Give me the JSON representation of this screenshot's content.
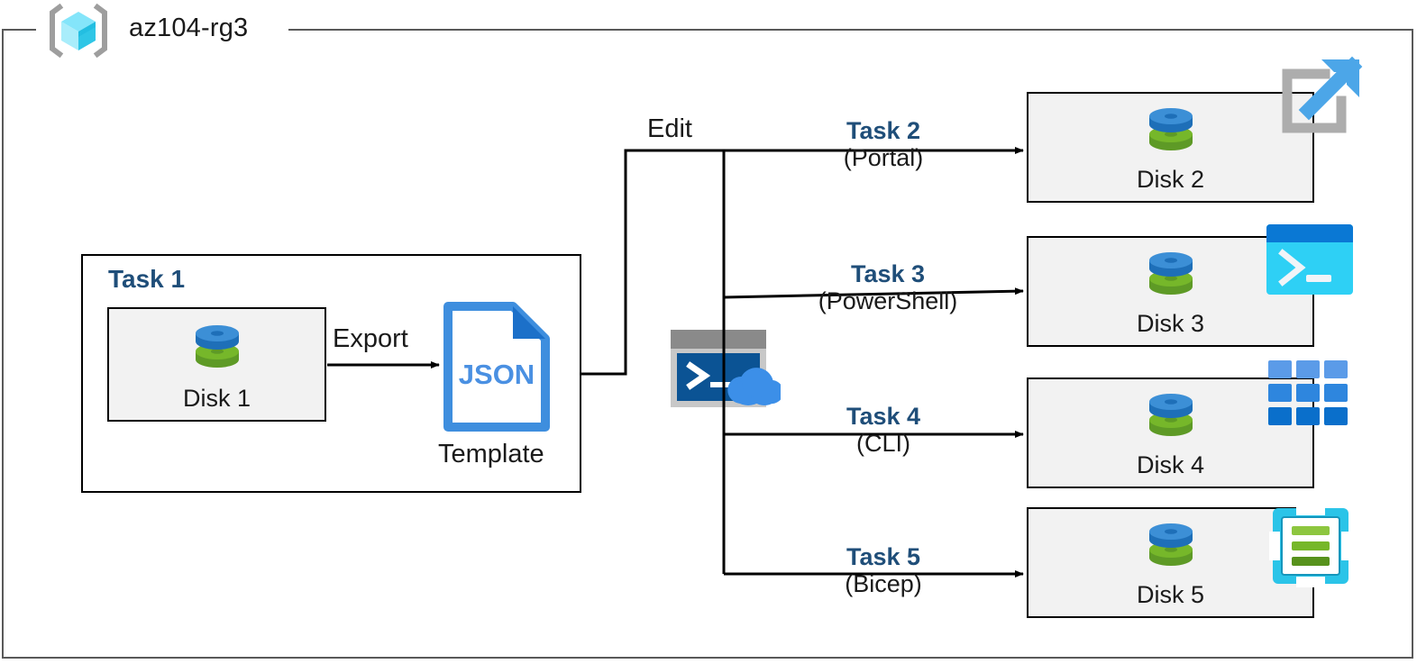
{
  "diagram": {
    "resource_group": {
      "name": "az104-rg3",
      "icon": "azure-resource-group-cube-icon"
    },
    "task1": {
      "label": "Task 1",
      "disk": {
        "caption": "Disk 1",
        "icon": "disk-stack-icon"
      },
      "export_arrow_label": "Export",
      "template": {
        "file_type": "JSON",
        "caption": "Template",
        "icon": "json-file-icon"
      }
    },
    "edit_label": "Edit",
    "cloud_shell": {
      "icon": "azure-cloud-shell-icon"
    },
    "branches": [
      {
        "task": "Task 2",
        "method": "(Portal)",
        "disk_caption": "Disk 2",
        "tool_icon": "azure-portal-icon"
      },
      {
        "task": "Task 3",
        "method": "(PowerShell)",
        "disk_caption": "Disk 3",
        "tool_icon": "powershell-icon"
      },
      {
        "task": "Task 4",
        "method": "(CLI)",
        "disk_caption": "Disk 4",
        "tool_icon": "azure-cli-grid-icon"
      },
      {
        "task": "Task 5",
        "method": "(Bicep)",
        "disk_caption": "Disk 5",
        "tool_icon": "bicep-icon"
      }
    ],
    "colors": {
      "task_label": "#1F4E79",
      "frame_border": "#595959",
      "box_border": "#000000",
      "box_fill": "#F2F2F2",
      "json_blue": "#3E8EDE",
      "disk_blue": "#3C8FD6",
      "disk_green": "#6FAF2E",
      "portal_arrow_blue": "#4CA6E8",
      "powershell_cyan": "#2ED0F5",
      "bicep_cyan": "#2BC4E8",
      "bicep_green": "#6FB32B"
    }
  }
}
